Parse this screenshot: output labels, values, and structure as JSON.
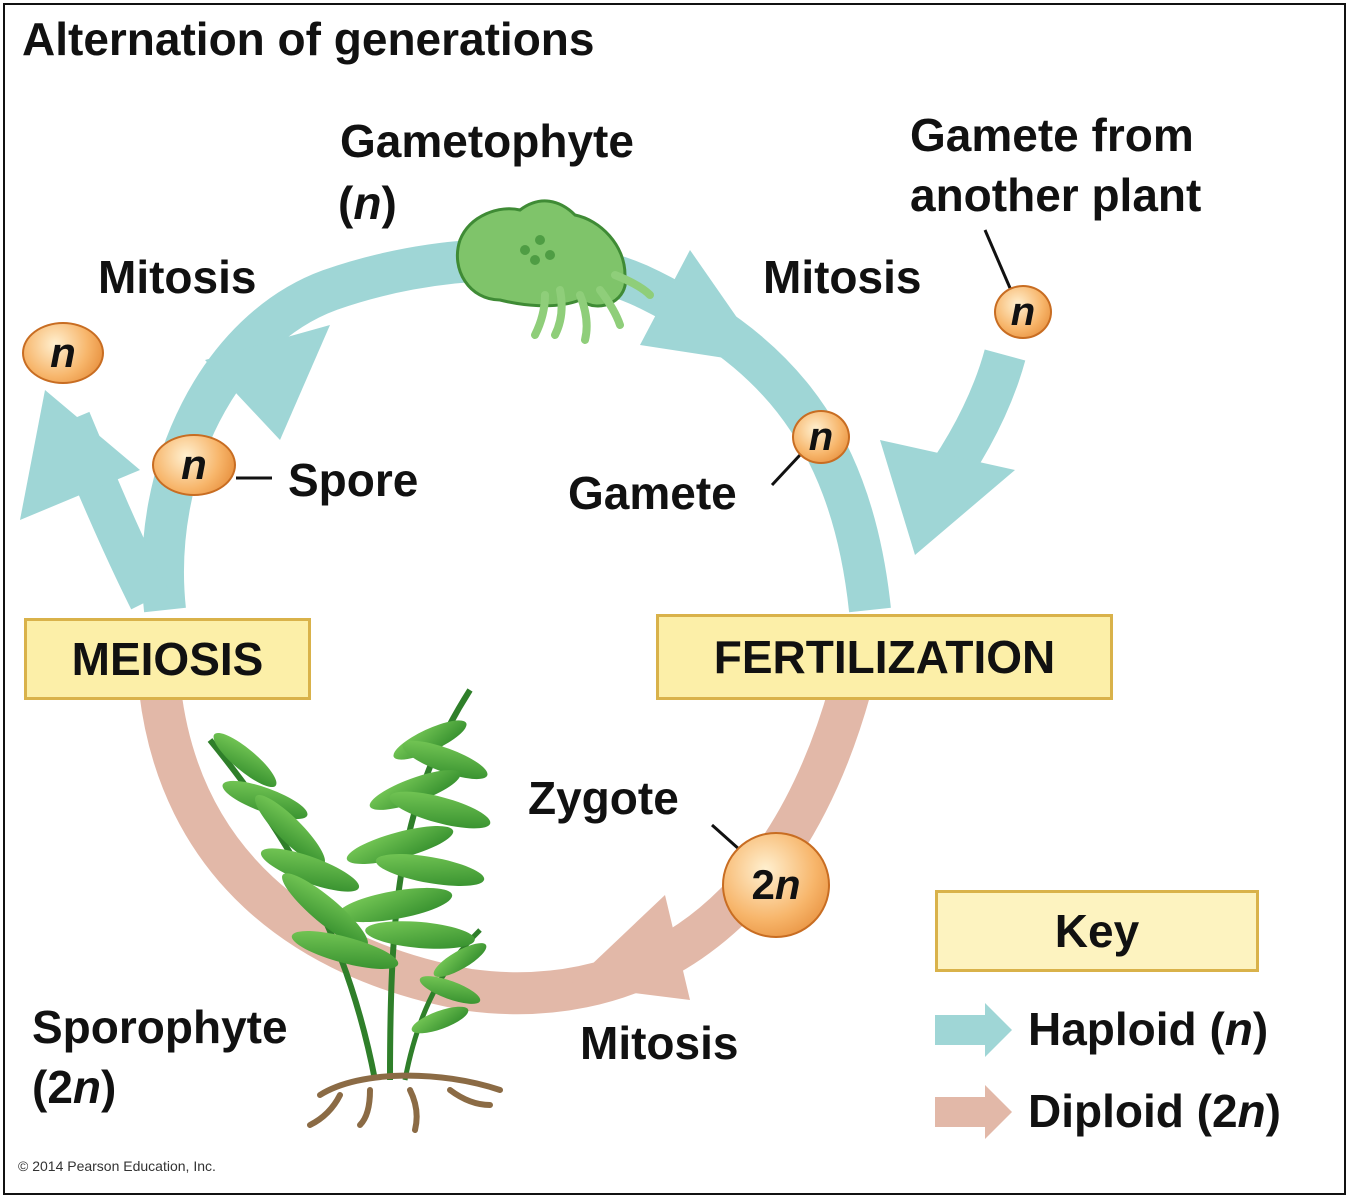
{
  "title": "Alternation of generations",
  "labels": {
    "gametophyte": "Gametophyte",
    "gametophyte_ploidy_open": "(",
    "gametophyte_ploidy_n": "n",
    "gametophyte_ploidy_close": ")",
    "gamete_from_line1": "Gamete from",
    "gamete_from_line2": "another plant",
    "mitosis_left": "Mitosis",
    "mitosis_right": "Mitosis",
    "mitosis_bottom": "Mitosis",
    "spore": "Spore",
    "gamete": "Gamete",
    "zygote": "Zygote",
    "sporophyte": "Sporophyte",
    "sporophyte_ploidy_open": "(2",
    "sporophyte_ploidy_n": "n",
    "sporophyte_ploidy_close": ")"
  },
  "boxes": {
    "meiosis": "MEIOSIS",
    "fertilization": "FERTILIZATION"
  },
  "cells": {
    "haploid": "n",
    "zygote_prefix": "2",
    "zygote_n": "n"
  },
  "key": {
    "title": "Key",
    "haploid_label": "Haploid (",
    "haploid_n": "n",
    "haploid_close": ")",
    "diploid_label": "Diploid (2",
    "diploid_n": "n",
    "diploid_close": ")"
  },
  "colors": {
    "haploid_arrow": "#9fd6d6",
    "diploid_arrow": "#e2b8a8",
    "box_fill": "#fcefa8",
    "box_border": "#d9b24a"
  },
  "copyright": "© 2014 Pearson Education, Inc."
}
